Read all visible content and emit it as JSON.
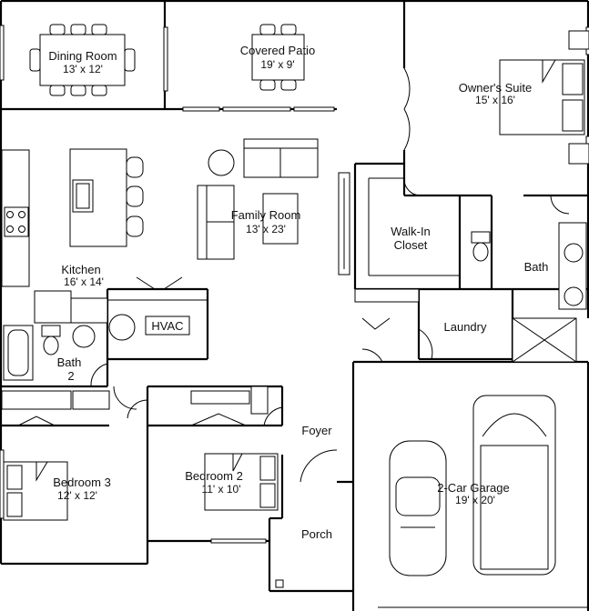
{
  "rooms": {
    "dining": {
      "name": "Dining Room",
      "dim": "13' x 12'"
    },
    "patio": {
      "name": "Covered Patio",
      "dim": "19' x 9'"
    },
    "owners": {
      "name": "Owner's Suite",
      "dim": "15' x 16'"
    },
    "family": {
      "name": "Family Room",
      "dim": "13' x 23'"
    },
    "walkin": {
      "name": [
        "Walk-In",
        "Closet"
      ]
    },
    "bath": {
      "name": "Bath"
    },
    "kitchen": {
      "name": "Kitchen",
      "dim": "16' x 14'"
    },
    "hvac": {
      "name": "HVAC"
    },
    "laundry": {
      "name": "Laundry"
    },
    "bath2": {
      "name": [
        "Bath",
        "2"
      ]
    },
    "foyer": {
      "name": "Foyer"
    },
    "bedroom3": {
      "name": "Bedroom 3",
      "dim": "12' x 12'"
    },
    "bedroom2": {
      "name": "Bedroom 2",
      "dim": "11' x 10'"
    },
    "garage": {
      "name": "2-Car Garage",
      "dim": "19' x 20'"
    },
    "porch": {
      "name": "Porch"
    }
  },
  "colors": {
    "line": "#000000",
    "background": "#ffffff"
  }
}
